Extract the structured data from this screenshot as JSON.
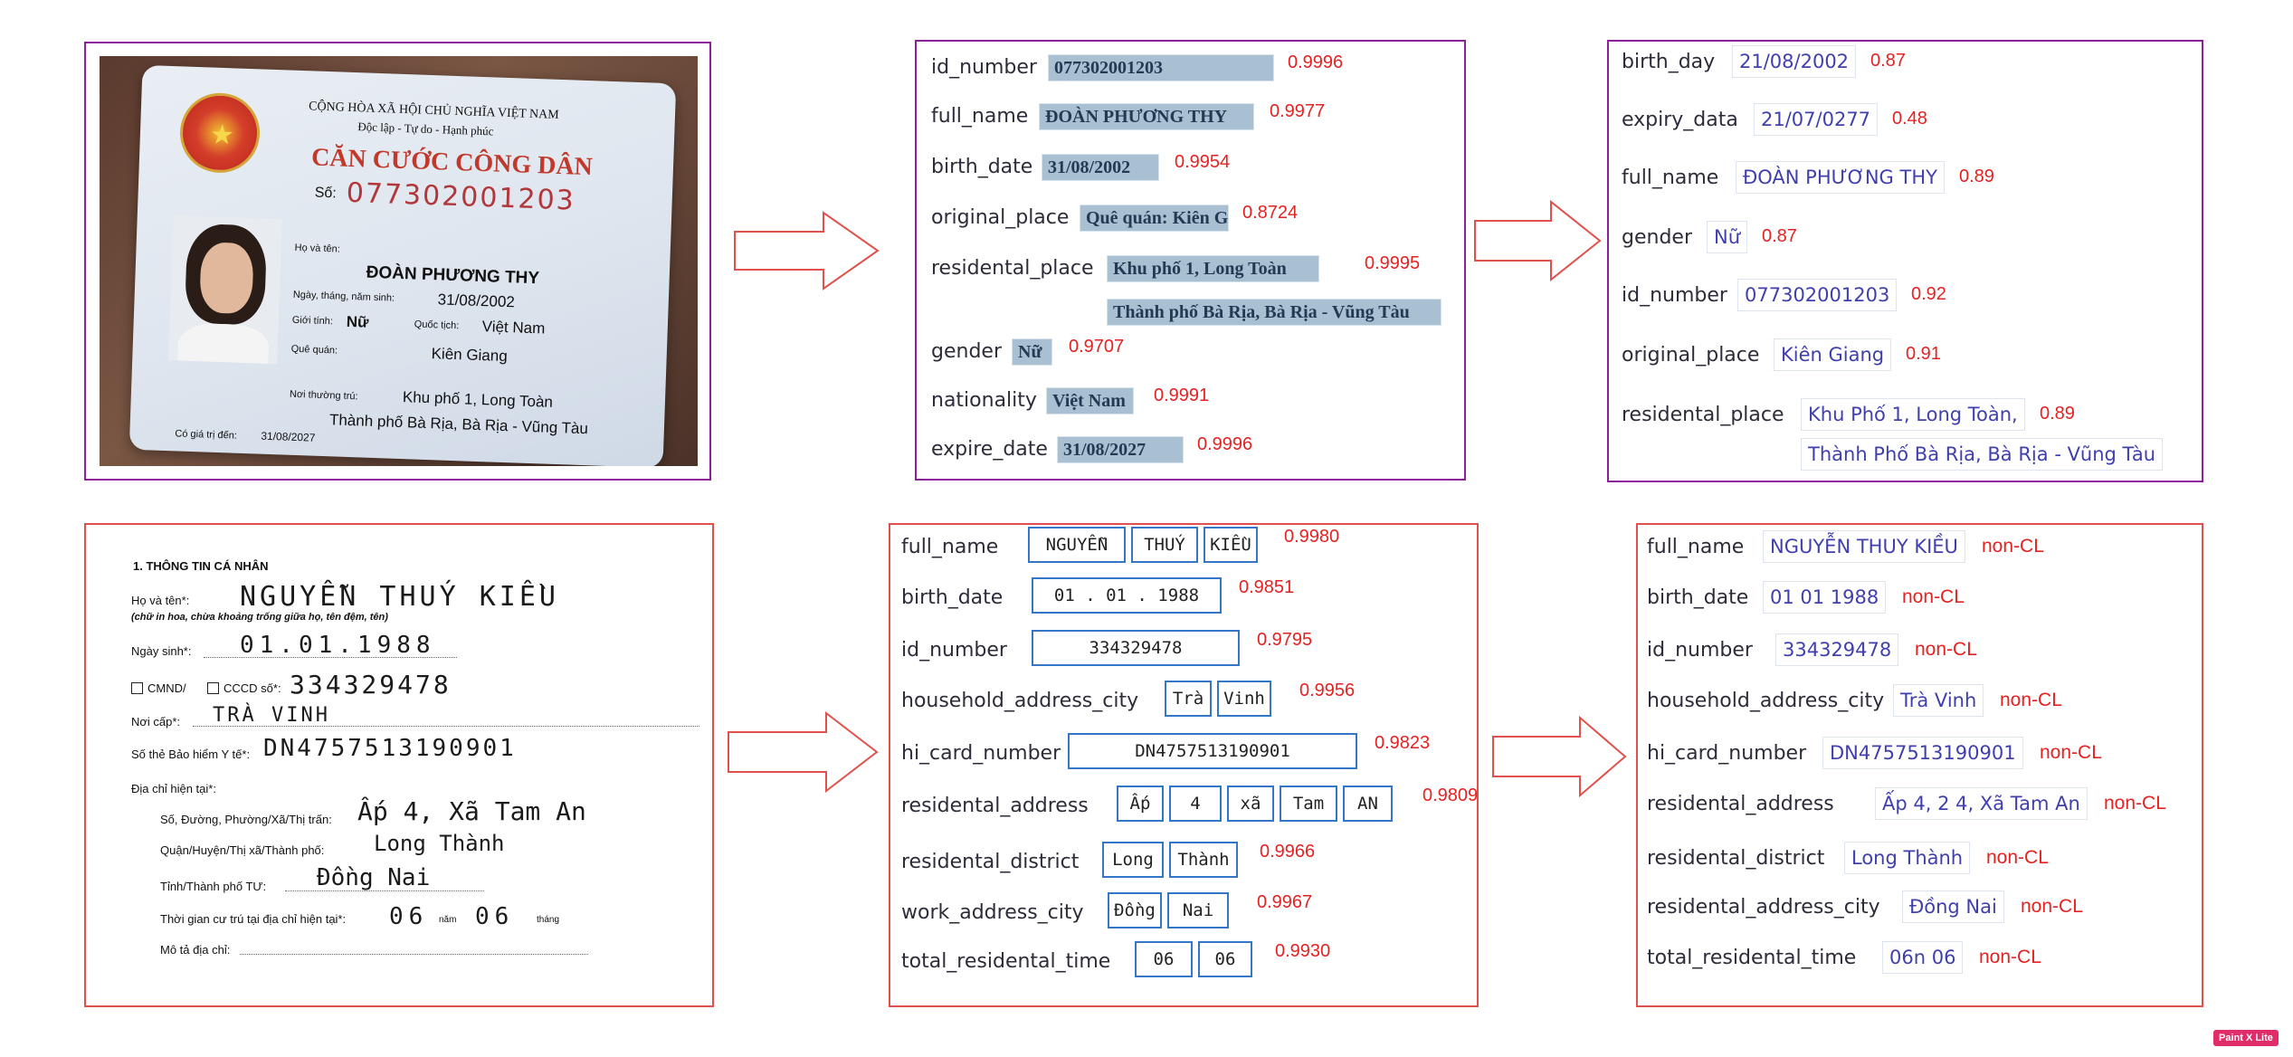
{
  "id_card_photo": {
    "header_1": "CỘNG HÒA XÃ HỘI CHỦ NGHĨA VIỆT NAM",
    "header_2": "Độc lập - Tự do - Hạnh phúc",
    "card_title": "CĂN CƯỚC CÔNG DÂN",
    "number_label": "Số:",
    "number": "077302001203",
    "name_label": "Họ và tên:",
    "name": "ĐOÀN PHƯƠNG THY",
    "dob_label": "Ngày, tháng, năm sinh:",
    "dob": "31/08/2002",
    "sex_label": "Giới tính:",
    "sex": "Nữ",
    "nationality_label": "Quốc tịch:",
    "nationality": "Việt Nam",
    "origin_label": "Quê quán:",
    "origin": "Kiên Giang",
    "residence_label": "Nơi thường trú:",
    "residence_1": "Khu phố 1, Long Toàn",
    "residence_2": "Thành phố Bà Rịa, Bà Rịa - Vũng Tàu",
    "expiry_label": "Có giá trị đến:",
    "expiry": "31/08/2027"
  },
  "id_detection": [
    {
      "label": "id_number",
      "crop": "077302001203",
      "score": "0.9996"
    },
    {
      "label": "full_name",
      "crop": "ĐOÀN PHƯƠNG THY",
      "score": "0.9977"
    },
    {
      "label": "birth_date",
      "crop": "31/08/2002",
      "score": "0.9954"
    },
    {
      "label": "original_place",
      "crop": "Quê quán: Kiên Giang",
      "score": "0.8724"
    },
    {
      "label": "residental_place",
      "crop": "Khu phố 1, Long Toàn",
      "crop2": "Thành phố Bà Rịa, Bà Rịa - Vũng Tàu",
      "score": "0.9995"
    },
    {
      "label": "gender",
      "crop": "Nữ",
      "score": "0.9707"
    },
    {
      "label": "nationality",
      "crop": "Việt Nam",
      "score": "0.9991"
    },
    {
      "label": "expire_date",
      "crop": "31/08/2027",
      "score": "0.9996"
    }
  ],
  "id_result": [
    {
      "label": "birth_day",
      "value": "21/08/2002",
      "score": "0.87"
    },
    {
      "label": "expiry_data",
      "value": "21/07/0277",
      "score": "0.48"
    },
    {
      "label": "full_name",
      "value": "ĐOÀN PHƯƠNG THY",
      "score": "0.89"
    },
    {
      "label": "gender",
      "value": "Nữ",
      "score": "0.87"
    },
    {
      "label": "id_number",
      "value": "077302001203",
      "score": "0.92"
    },
    {
      "label": "original_place",
      "value": "Kiên Giang",
      "score": "0.91"
    },
    {
      "label": "residental_place",
      "value": "Khu Phố 1, Long Toàn,",
      "value2": "Thành Phố Bà Rịa, Bà Rịa - Vũng Tàu",
      "score": "0.89"
    }
  ],
  "form_scan": {
    "section": "1. THÔNG TIN CÁ NHÂN",
    "name_label": "Họ và tên*:",
    "name": "NGUYỄN THUÝ KIỀU",
    "name_hint": "(chữ in hoa, chừa khoảng trống giữa họ, tên đệm, tên)",
    "dob_label": "Ngày sinh*:",
    "dob": "01.01.1988",
    "cmnd_label": "CMND/",
    "cccd_label": "CCCD số*:",
    "id": "334329478",
    "issue_label": "Nơi cấp*:",
    "issue": "TRÀ VINH",
    "hi_label": "Số thẻ Bảo hiểm Y tế*:",
    "hi": "DN4757513190901",
    "address_label": "Địa chỉ hiện tại*:",
    "street_label": "Số, Đường, Phường/Xã/Thị trấn:",
    "street": "Ấp 4, Xã Tam An",
    "district_label": "Quận/Huyện/Thị xã/Thành phố:",
    "district": "Long Thành",
    "province_label": "Tỉnh/Thành phố TƯ:",
    "province": "Đồng Nai",
    "duration_label": "Thời gian cư trú tại địa chỉ hiện tại*:",
    "duration_years": "06",
    "years_word": "năm",
    "duration_months": "06",
    "months_word": "tháng",
    "desc_label": "Mô tả địa chỉ:"
  },
  "form_detection": [
    {
      "label": "full_name",
      "boxes": [
        "NGUYỄN",
        "THUÝ",
        "KIỀU"
      ],
      "score": "0.9980"
    },
    {
      "label": "birth_date",
      "boxes": [
        "01 . 01 . 1988"
      ],
      "score": "0.9851"
    },
    {
      "label": "id_number",
      "boxes": [
        "334329478"
      ],
      "score": "0.9795"
    },
    {
      "label": "household_address_city",
      "boxes": [
        "Trà",
        "Vinh"
      ],
      "score": "0.9956"
    },
    {
      "label": "hi_card_number",
      "boxes": [
        "DN4757513190901"
      ],
      "score": "0.9823"
    },
    {
      "label": "residental_address",
      "boxes": [
        "Ấp",
        "4",
        "xã",
        "Tam",
        "AN"
      ],
      "score": "0.9809"
    },
    {
      "label": "residental_district",
      "boxes": [
        "Long",
        "Thành"
      ],
      "score": "0.9966"
    },
    {
      "label": "work_address_city",
      "boxes": [
        "Đồng",
        "Nai"
      ],
      "score": "0.9967"
    },
    {
      "label": "total_residental_time",
      "boxes": [
        "06",
        "06"
      ],
      "score": "0.9930"
    }
  ],
  "form_result": [
    {
      "label": "full_name",
      "value": "NGUYỄN THUY KIỀU",
      "tag": "non-CL"
    },
    {
      "label": "birth_date",
      "value": "01 01 1988",
      "tag": "non-CL"
    },
    {
      "label": "id_number",
      "value": "334329478",
      "tag": "non-CL"
    },
    {
      "label": "household_address_city",
      "value": "Trà Vinh",
      "tag": "non-CL"
    },
    {
      "label": "hi_card_number",
      "value": "DN4757513190901",
      "tag": "non-CL"
    },
    {
      "label": "residental_address",
      "value": "Ấp 4, 2 4, Xã Tam An",
      "tag": "non-CL"
    },
    {
      "label": "residental_district",
      "value": "Long Thành",
      "tag": "non-CL"
    },
    {
      "label": "residental_address_city",
      "value": "Đồng Nai",
      "tag": "non-CL"
    },
    {
      "label": "total_residental_time",
      "value": "06n 06",
      "tag": "non-CL"
    }
  ],
  "watermark": "Paint X Lite",
  "colors": {
    "purple_frame": "#8e1f9a",
    "red_frame": "#e0504c",
    "score_red": "#e52222",
    "value_blue": "#3f3fae",
    "box_blue": "#3477c8"
  }
}
